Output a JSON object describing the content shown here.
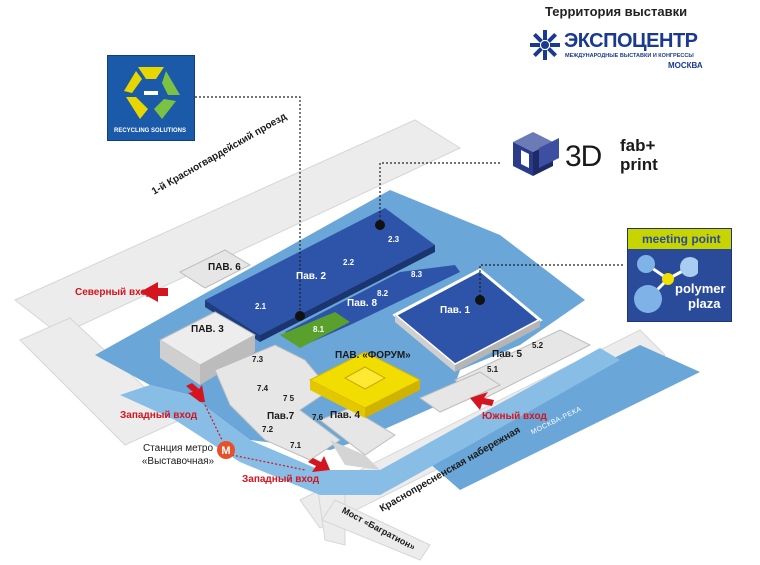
{
  "header": {
    "title": "Территория выставки",
    "logo": {
      "name": "ЭКСПОЦЕНТР",
      "subtitle": "МЕЖДУНАРОДНЫЕ ВЫСТАВКИ И КОНГРЕССЫ",
      "city": "МОСКВА",
      "brand_color": "#1a3a8f"
    }
  },
  "events": {
    "recycling": {
      "label": "RECYCLING SOLUTIONS",
      "bg_color": "#1a5aa8",
      "icon": "recycle-icon"
    },
    "fabprint": {
      "prefix": "3D",
      "top": "fab+",
      "bottom": "print",
      "icon": "3d-cube-icon",
      "color": "#2a3b8c"
    },
    "meeting": {
      "top": "meeting point",
      "bottom_1": "polymer",
      "bottom_2": "plaza",
      "top_color": "#c8d400",
      "icon": "molecule-icon"
    }
  },
  "pavilions": {
    "pav1": "Пав. 1",
    "pav2": "Пав. 2",
    "pav3": "ПАВ. 3",
    "pav4": "Пав. 4",
    "pav5": "Пав. 5",
    "pav6": "ПАВ. 6",
    "pav7": "Пав.7",
    "pav8": "Пав. 8",
    "forum": "ПАВ. «ФОРУМ»"
  },
  "halls": {
    "h2_1": "2.1",
    "h2_2": "2.2",
    "h2_3": "2.3",
    "h8_1": "8.1",
    "h8_2": "8.2",
    "h8_3": "8.3",
    "h5_1": "5.1",
    "h5_2": "5.2",
    "h7_1": "7.1",
    "h7_2": "7.2",
    "h7_3": "7.3",
    "h7_4": "7.4",
    "h7_5": "7 5",
    "h7_6": "7.6"
  },
  "entrances": {
    "north": "Северный вход",
    "west_1": "Западный вход",
    "west_2": "Западный вход",
    "south": "Южный вход"
  },
  "streets": {
    "krasnogvardeisky": "1-й Красногвардейский проезд",
    "embankment": "Краснопресненская набережная",
    "river": "МОСКВА-РЕКА",
    "bridge": "Мост «Багратион»"
  },
  "metro": {
    "line1": "Станция метро",
    "line2": "«Выставочная»",
    "icon": "metro-icon",
    "color": "#e8502a"
  },
  "colors": {
    "territory": "#6aa6d8",
    "pavilion_blue": "#2d54a8",
    "pavilion_green": "#5aa02c",
    "forum_yellow": "#f2dd00",
    "entry_red": "#d4141f",
    "grey_building": "#e6e6e6"
  }
}
